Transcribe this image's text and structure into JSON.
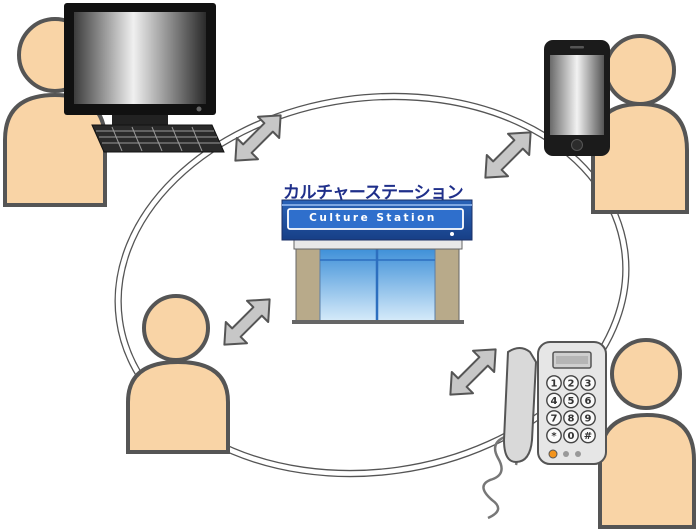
{
  "store": {
    "title_jp": "カルチャーステーション",
    "sign_text": "Culture Station"
  },
  "phone": {
    "keys": [
      "1",
      "2",
      "3",
      "4",
      "5",
      "6",
      "7",
      "8",
      "9",
      "*",
      "0",
      "#"
    ]
  },
  "colors": {
    "person_fill": "#f9d4a6",
    "person_stroke": "#555555",
    "sign_blue": "#1d4fa0",
    "title_blue": "#1f2f8a",
    "arrow_fill": "#c7c7c7",
    "glass_blue": "#4fa3df",
    "wall": "#b8aa8a"
  }
}
